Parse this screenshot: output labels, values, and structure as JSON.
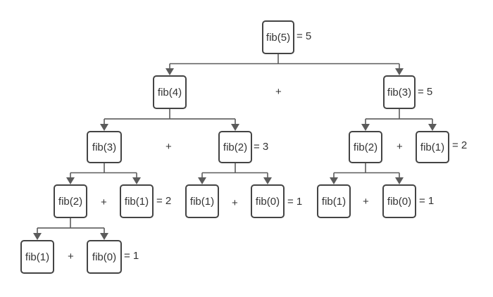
{
  "colors": {
    "stroke": "#5b5b5b",
    "box_border": "#444444",
    "text": "#333333",
    "background": "#ffffff"
  },
  "nodes": [
    {
      "id": "n0",
      "label": "fib(5)",
      "result": "= 5"
    },
    {
      "id": "n1",
      "label": "fib(4)",
      "result": ""
    },
    {
      "id": "n2",
      "label": "fib(3)",
      "result": "= 5"
    },
    {
      "id": "n3",
      "label": "fib(3)",
      "result": ""
    },
    {
      "id": "n4",
      "label": "fib(2)",
      "result": "= 3"
    },
    {
      "id": "n5",
      "label": "fib(2)",
      "result": ""
    },
    {
      "id": "n6",
      "label": "fib(1)",
      "result": "= 2"
    },
    {
      "id": "n7",
      "label": "fib(2)",
      "result": ""
    },
    {
      "id": "n8",
      "label": "fib(1)",
      "result": "= 2"
    },
    {
      "id": "n9",
      "label": "fib(1)",
      "result": ""
    },
    {
      "id": "n10",
      "label": "fib(0)",
      "result": "= 1"
    },
    {
      "id": "n11",
      "label": "fib(1)",
      "result": ""
    },
    {
      "id": "n12",
      "label": "fib(0)",
      "result": "= 1"
    },
    {
      "id": "n13",
      "label": "fib(1)",
      "result": ""
    },
    {
      "id": "n14",
      "label": "fib(0)",
      "result": "= 1"
    }
  ],
  "plus_signs": [
    {
      "id": "p1",
      "text": "+"
    },
    {
      "id": "p2",
      "text": "+"
    },
    {
      "id": "p3",
      "text": "+"
    },
    {
      "id": "p4",
      "text": "+"
    },
    {
      "id": "p5",
      "text": "+"
    },
    {
      "id": "p6",
      "text": "+"
    },
    {
      "id": "p7",
      "text": "+"
    }
  ],
  "edges": [
    {
      "parent": "n0",
      "children": [
        "n1",
        "n2"
      ]
    },
    {
      "parent": "n1",
      "children": [
        "n3",
        "n4"
      ]
    },
    {
      "parent": "n2",
      "children": [
        "n5",
        "n6"
      ]
    },
    {
      "parent": "n3",
      "children": [
        "n7",
        "n8"
      ]
    },
    {
      "parent": "n4",
      "children": [
        "n9",
        "n10"
      ]
    },
    {
      "parent": "n5",
      "children": [
        "n11",
        "n12"
      ]
    },
    {
      "parent": "n7",
      "children": [
        "n13",
        "n14"
      ]
    }
  ]
}
